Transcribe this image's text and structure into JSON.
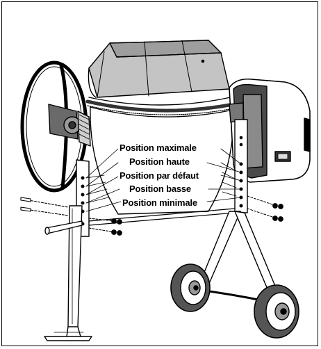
{
  "labels": {
    "max": "Position maximale",
    "high": "Position haute",
    "default": "Position par défaut",
    "low": "Position basse",
    "min": "Position minimale"
  },
  "colors": {
    "stroke": "#000000",
    "drum_fill": "#bdbdbd",
    "drum_dark": "#8a8a8a",
    "motor_fill": "#6e6e6e",
    "wheel_fill": "#555555"
  },
  "icons": [
    "wheel-icon",
    "bolt-icon",
    "nut-icon"
  ]
}
